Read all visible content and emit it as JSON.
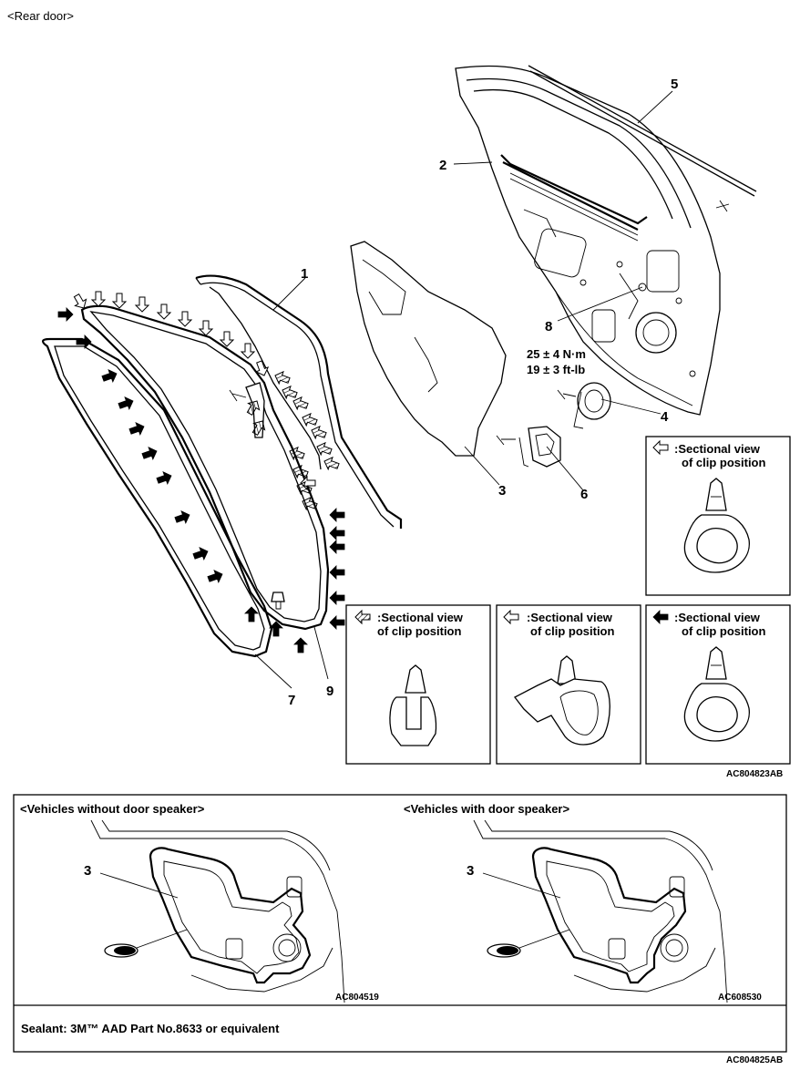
{
  "header": {
    "title": "<Rear door>"
  },
  "callouts": {
    "c1": "1",
    "c2": "2",
    "c3": "3",
    "c4": "4",
    "c5": "5",
    "c6": "6",
    "c7": "7",
    "c8": "8",
    "c9": "9"
  },
  "torque": {
    "line1": "25 ± 4 N·m",
    "line2": "19 ± 3 ft-lb"
  },
  "sectional_boxes": {
    "white_arrow_right": {
      "line1": ":Sectional view",
      "line2": "of clip position"
    },
    "hatched_arrow": {
      "line1": ":Sectional view",
      "line2": "of clip position"
    },
    "white_arrow_mid": {
      "line1": ":Sectional view",
      "line2": "of clip position"
    },
    "black_arrow": {
      "line1": ":Sectional view",
      "line2": "of clip position"
    }
  },
  "codes": {
    "top": "AC804823AB",
    "left_panel": "AC804519",
    "right_panel": "AC608530",
    "bottom": "AC804825AB"
  },
  "lower_panel": {
    "left_title": "<Vehicles without door speaker>",
    "right_title": "<Vehicles with door speaker>",
    "left_callout": "3",
    "right_callout": "3",
    "sealant_note": "Sealant: 3M™ AAD Part No.8633 or equivalent"
  }
}
